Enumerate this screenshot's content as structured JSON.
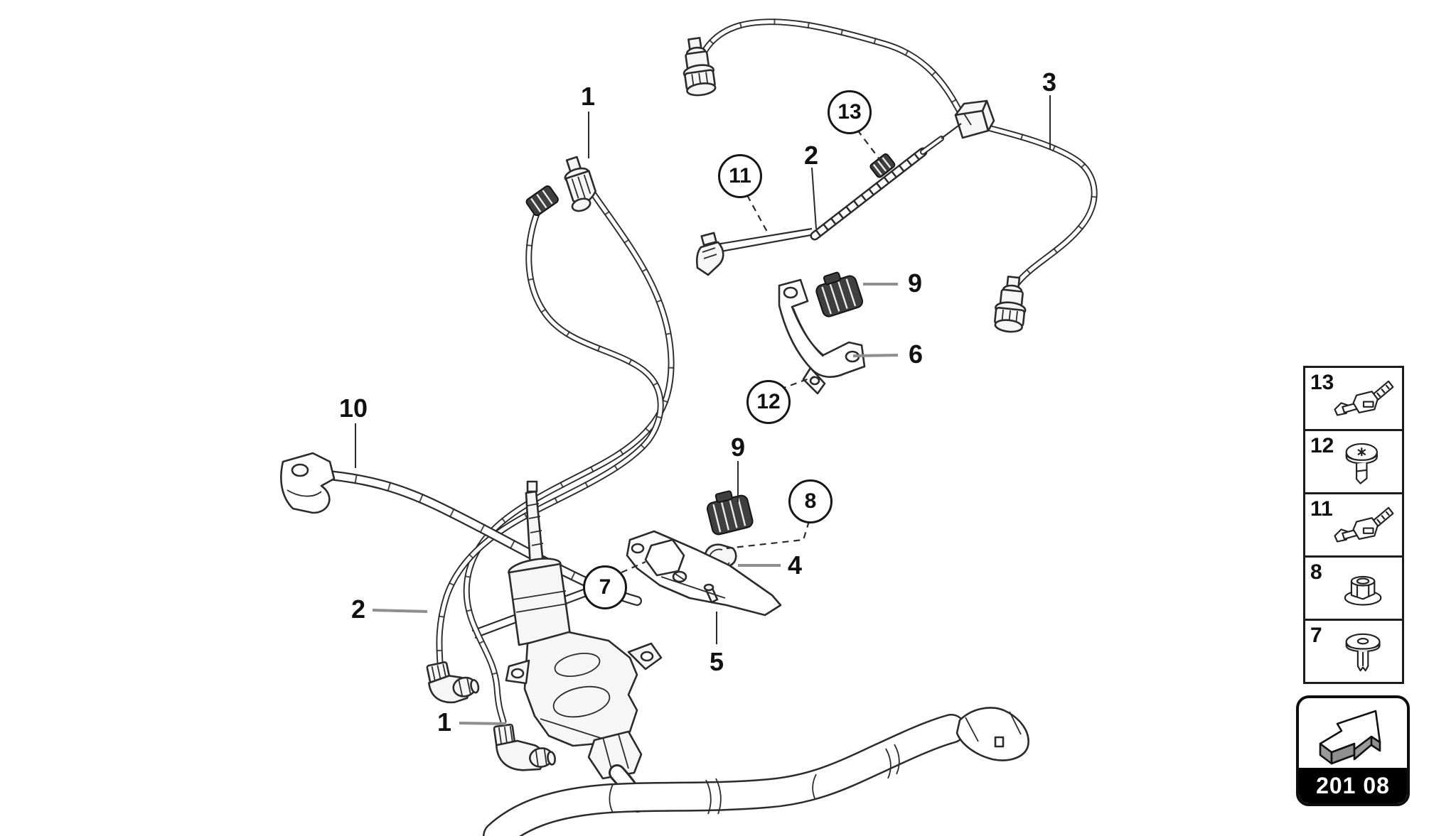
{
  "page": {
    "background": "#ffffff"
  },
  "colors": {
    "line_art": "#2b2b2b",
    "label": "#111111",
    "leader_gray": "#8f8f8f",
    "part_dark": "#3f3f3f",
    "legend_border": "#1c1c1c",
    "nav_bg": "#000000",
    "nav_text": "#ffffff"
  },
  "callouts": {
    "plain": [
      {
        "id": "1-top",
        "label": "1"
      },
      {
        "id": "2-top",
        "label": "2"
      },
      {
        "id": "3",
        "label": "3"
      },
      {
        "id": "9-upper",
        "label": "9"
      },
      {
        "id": "6",
        "label": "6"
      },
      {
        "id": "10",
        "label": "10"
      },
      {
        "id": "9-lower",
        "label": "9"
      },
      {
        "id": "4",
        "label": "4"
      },
      {
        "id": "5",
        "label": "5"
      },
      {
        "id": "2-left",
        "label": "2"
      },
      {
        "id": "1-bottom",
        "label": "1"
      }
    ],
    "circled": [
      {
        "id": "13",
        "label": "13"
      },
      {
        "id": "11",
        "label": "11"
      },
      {
        "id": "12",
        "label": "12"
      },
      {
        "id": "8",
        "label": "8"
      },
      {
        "id": "7",
        "label": "7"
      }
    ]
  },
  "legend": {
    "items": [
      {
        "number": "13",
        "icon": "cable-tie-clip-icon"
      },
      {
        "number": "12",
        "icon": "pan-head-screw-icon"
      },
      {
        "number": "11",
        "icon": "cable-tie-clip-icon"
      },
      {
        "number": "8",
        "icon": "flange-nut-icon"
      },
      {
        "number": "7",
        "icon": "push-rivet-icon"
      }
    ]
  },
  "nav": {
    "code": "201 08",
    "icon": "arrow-3d-icon"
  }
}
